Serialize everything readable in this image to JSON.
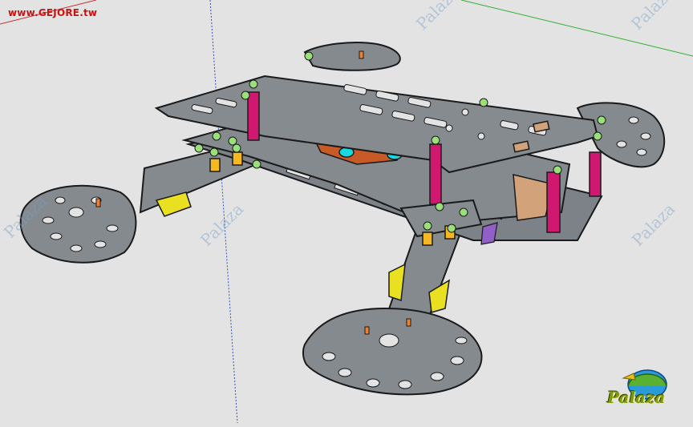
{
  "site_label": "www.GEJORE.tw",
  "watermark_text": "Palaza",
  "logo_text": "Palaza",
  "colors": {
    "background": "#e3e3e3",
    "frame_plate": "#858a8f",
    "frame_edge": "#1a1a1a",
    "standoff": "#d01870",
    "screw_head": "#9ae07a",
    "spacer": "#f5b820",
    "flight_controller": "#c85a28",
    "bushing": "#18d8e0",
    "bracket": "#d2a27a",
    "motor_mount_clip": "#e8e020",
    "battery_strap": "#9060c8"
  }
}
